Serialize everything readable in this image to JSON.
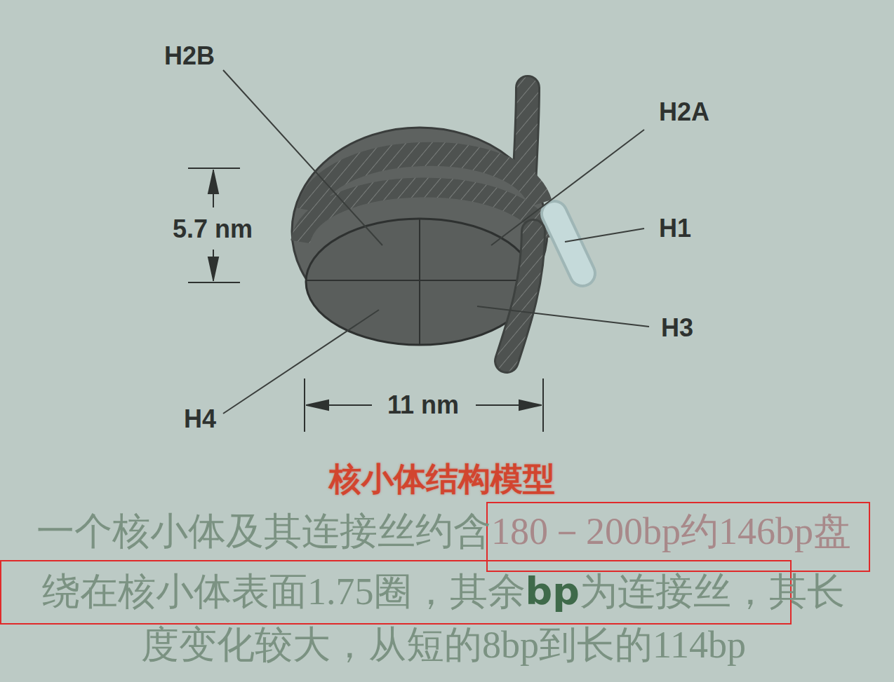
{
  "diagram": {
    "title": "核小体结构模型",
    "labels": [
      "H2B",
      "H2A",
      "H1",
      "H3",
      "H4",
      "5.7 nm",
      "11 nm",
      "一个核小体及其连接丝约含",
      "180－200bp约146bp盘",
      "绕在核小体表面1.75圈，其余",
      "bp",
      "为连接丝，其长",
      "度变化较大，从短的8bp到长的114bp"
    ]
  }
}
